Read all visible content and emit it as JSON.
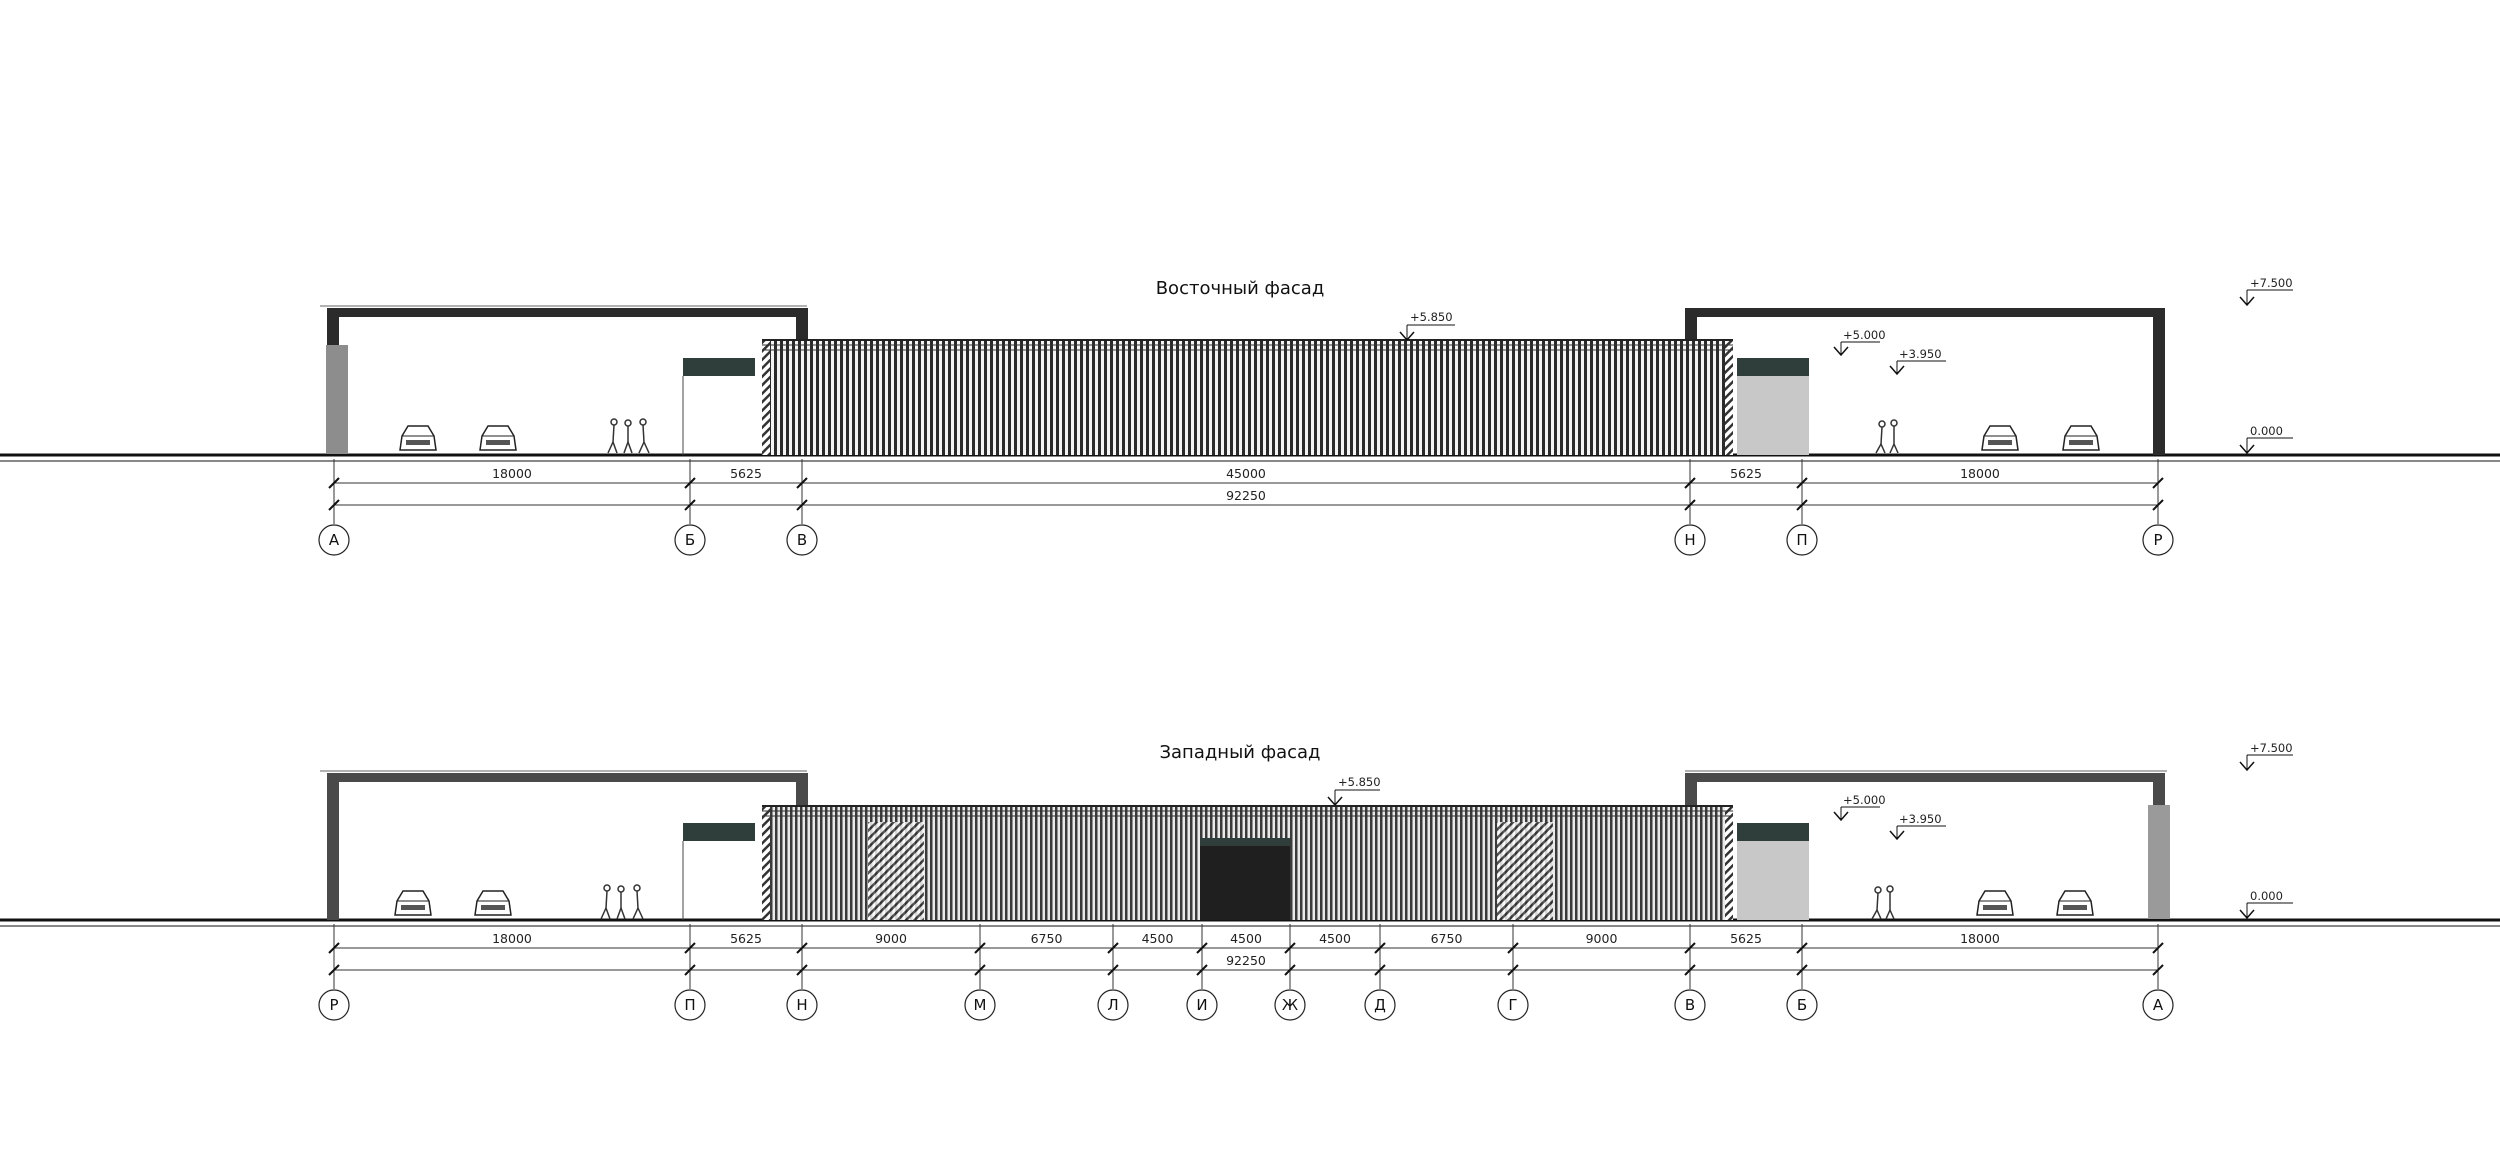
{
  "facades": [
    {
      "id": "east",
      "title": "Восточный фасад",
      "levels": {
        "top": "+7.500",
        "mid": "+5.850",
        "five": "+5.000",
        "three": "+3.950",
        "zero": "0.000"
      },
      "spans": [
        "18000",
        "5625",
        "45000",
        "5625",
        "18000"
      ],
      "total": "92250",
      "axes": [
        "А",
        "Б",
        "В",
        "Н",
        "П",
        "Р"
      ]
    },
    {
      "id": "west",
      "title": "Западный фасад",
      "levels": {
        "top": "+7.500",
        "mid": "+5.850",
        "five": "+5.000",
        "three": "+3.950",
        "zero": "0.000"
      },
      "spans": [
        "18000",
        "5625",
        "9000",
        "6750",
        "4500",
        "4500",
        "4500",
        "6750",
        "9000",
        "5625",
        "18000"
      ],
      "total": "92250",
      "axes": [
        "Р",
        "П",
        "Н",
        "М",
        "Л",
        "И",
        "Ж",
        "Д",
        "Г",
        "В",
        "Б",
        "А"
      ]
    }
  ]
}
